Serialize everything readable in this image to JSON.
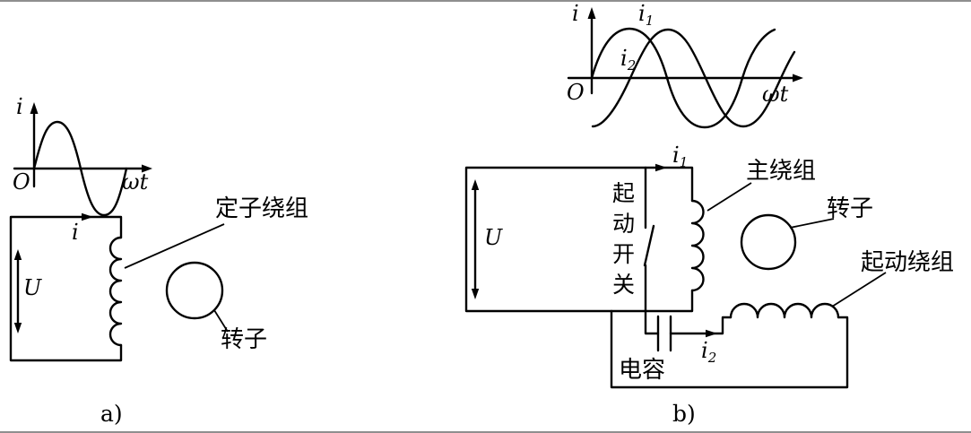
{
  "figure": {
    "background": "#ffffff",
    "line_color": "#000000",
    "panel_a": {
      "caption": "a)",
      "graph": {
        "y_axis_label": "i",
        "origin_label": "O",
        "x_axis_label": "ωt"
      },
      "circuit": {
        "current_label": "i",
        "voltage_label": "U"
      },
      "callouts": {
        "stator_winding": "定子绕组",
        "rotor": "转子"
      }
    },
    "panel_b": {
      "caption": "b)",
      "graph": {
        "y_axis_label": "i",
        "origin_label": "O",
        "x_axis_label": "ωt",
        "curve1": {
          "base": "i",
          "sub": "1"
        },
        "curve2": {
          "base": "i",
          "sub": "2"
        }
      },
      "circuit": {
        "voltage_label": "U",
        "current1": {
          "base": "i",
          "sub": "1"
        },
        "current2": {
          "base": "i",
          "sub": "2"
        },
        "switch_label": "起动开关",
        "capacitor_label": "电容"
      },
      "callouts": {
        "main_winding": "主绕组",
        "rotor": "转子",
        "start_winding": "起动绕组"
      }
    }
  }
}
